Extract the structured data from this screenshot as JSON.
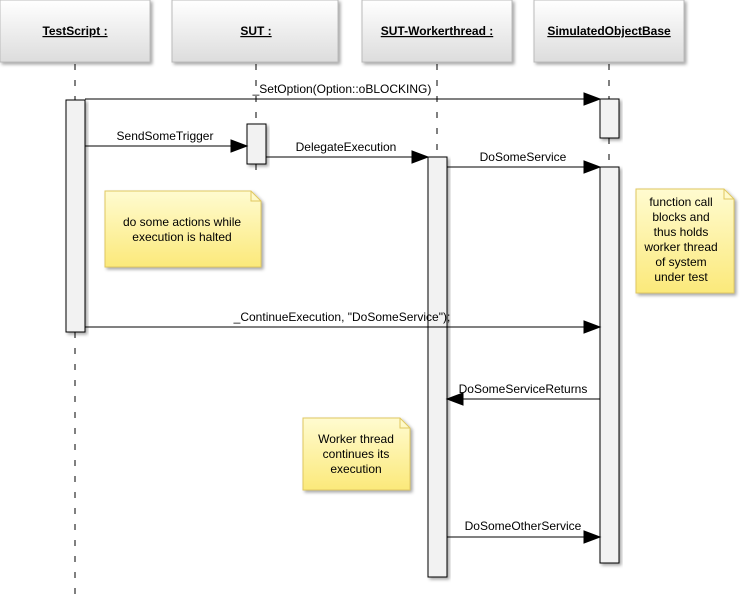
{
  "participants": [
    {
      "id": "testscript",
      "name": "TestScript :"
    },
    {
      "id": "sut",
      "name": "SUT :"
    },
    {
      "id": "worker",
      "name": "SUT-Workerthread :"
    },
    {
      "id": "sim",
      "name": "SimulatedObjectBase"
    }
  ],
  "messages": [
    {
      "id": "setoption",
      "text": "_SetOption(Option::oBLOCKING)"
    },
    {
      "id": "trigger",
      "text": "SendSomeTrigger"
    },
    {
      "id": "delegate",
      "text": "DelegateExecution"
    },
    {
      "id": "service",
      "text": "DoSomeService"
    },
    {
      "id": "continue",
      "text": "_ContinueExecution, \"DoSomeService\");"
    },
    {
      "id": "returns",
      "text": "DoSomeServiceReturns"
    },
    {
      "id": "other",
      "text": "DoSomeOtherService"
    }
  ],
  "notes": [
    {
      "id": "actions",
      "lines": [
        "do some actions while",
        "execution is halted"
      ]
    },
    {
      "id": "blocks",
      "lines": [
        "function call",
        "blocks and",
        "thus holds",
        "worker thread",
        "of system",
        "under test"
      ]
    },
    {
      "id": "continues",
      "lines": [
        "Worker thread",
        "continues its",
        "execution"
      ]
    }
  ],
  "colors": {
    "note_fill": "#fff59d",
    "note_border": "#e0c860",
    "header_fill": "#f4f4f4",
    "activation_fill": "#f2f2f2",
    "line": "#000000"
  }
}
